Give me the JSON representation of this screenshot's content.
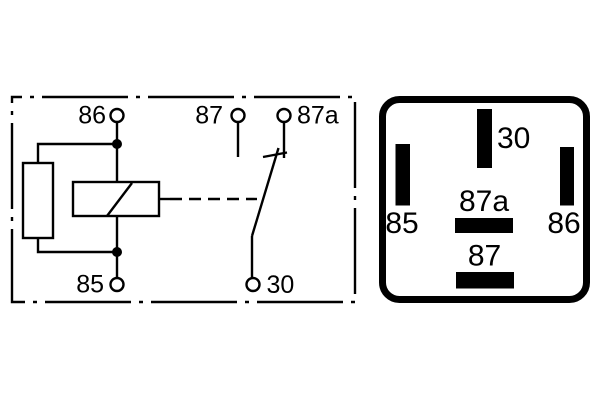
{
  "colors": {
    "line": "#000000",
    "background": "#ffffff"
  },
  "schematic": {
    "terminal_86": "86",
    "terminal_87": "87",
    "terminal_87a": "87a",
    "terminal_85": "85",
    "terminal_30": "30"
  },
  "pinout": {
    "pin_30": "30",
    "pin_85": "85",
    "pin_86": "86",
    "pin_87a": "87a",
    "pin_87": "87"
  }
}
